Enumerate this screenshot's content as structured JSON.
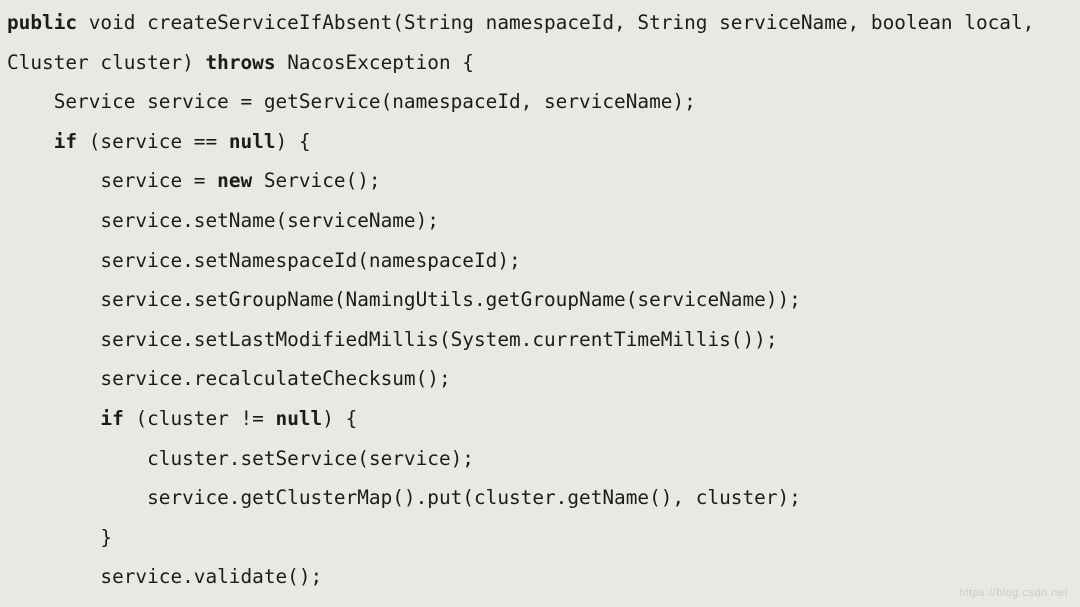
{
  "colors": {
    "background": "#e9e8e4",
    "text": "#1d1c1a",
    "watermark": "#c3c7cb"
  },
  "watermark": {
    "text": "https://blog.csdn.net"
  },
  "code": {
    "language": "java",
    "lines": [
      {
        "segments": [
          {
            "t": "public",
            "b": true
          },
          {
            "t": " void createServiceIfAbsent(String namespaceId, String serviceName, boolean local,",
            "b": false
          }
        ]
      },
      {
        "segments": [
          {
            "t": "Cluster cluster) ",
            "b": false
          },
          {
            "t": "throws",
            "b": true
          },
          {
            "t": " NacosException {",
            "b": false
          }
        ]
      },
      {
        "segments": [
          {
            "t": "    Service service = getService(namespaceId, serviceName);",
            "b": false
          }
        ]
      },
      {
        "segments": [
          {
            "t": "    ",
            "b": false
          },
          {
            "t": "if",
            "b": true
          },
          {
            "t": " (service == ",
            "b": false
          },
          {
            "t": "null",
            "b": true
          },
          {
            "t": ") {",
            "b": false
          }
        ]
      },
      {
        "segments": [
          {
            "t": "        service = ",
            "b": false
          },
          {
            "t": "new",
            "b": true
          },
          {
            "t": " Service();",
            "b": false
          }
        ]
      },
      {
        "segments": [
          {
            "t": "        service.setName(serviceName);",
            "b": false
          }
        ]
      },
      {
        "segments": [
          {
            "t": "        service.setNamespaceId(namespaceId);",
            "b": false
          }
        ]
      },
      {
        "segments": [
          {
            "t": "        service.setGroupName(NamingUtils.getGroupName(serviceName));",
            "b": false
          }
        ]
      },
      {
        "segments": [
          {
            "t": "        service.setLastModifiedMillis(System.currentTimeMillis());",
            "b": false
          }
        ]
      },
      {
        "segments": [
          {
            "t": "        service.recalculateChecksum();",
            "b": false
          }
        ]
      },
      {
        "segments": [
          {
            "t": "        ",
            "b": false
          },
          {
            "t": "if",
            "b": true
          },
          {
            "t": " (cluster != ",
            "b": false
          },
          {
            "t": "null",
            "b": true
          },
          {
            "t": ") {",
            "b": false
          }
        ]
      },
      {
        "segments": [
          {
            "t": "            cluster.setService(service);",
            "b": false
          }
        ]
      },
      {
        "segments": [
          {
            "t": "            service.getClusterMap().put(cluster.getName(), cluster);",
            "b": false
          }
        ]
      },
      {
        "segments": [
          {
            "t": "        }",
            "b": false
          }
        ]
      },
      {
        "segments": [
          {
            "t": "        service.validate();",
            "b": false
          }
        ]
      }
    ]
  }
}
